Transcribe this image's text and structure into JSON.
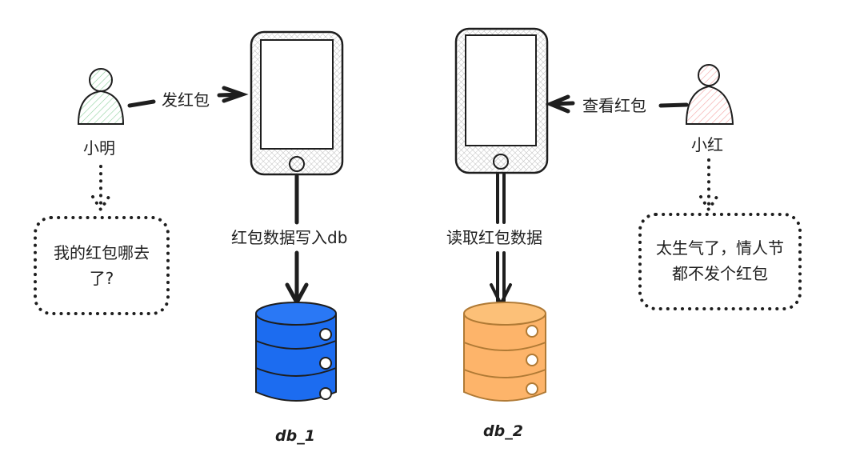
{
  "people": {
    "xiaoming": {
      "name": "小明",
      "color": "#2f9e44"
    },
    "xiaohong": {
      "name": "小红",
      "color": "#e03131"
    }
  },
  "actions": {
    "send": "发红包",
    "view": "查看红包",
    "write": "红包数据写入db",
    "read": "读取红包数据"
  },
  "bubbles": {
    "xiaoming": [
      "我的红包哪去",
      "了?"
    ],
    "xiaohong": [
      "太生气了，情人节",
      "都不发个红包"
    ]
  },
  "databases": {
    "db1": {
      "label": "db_1",
      "color": "#1c6cf0"
    },
    "db2": {
      "label": "db_2",
      "color": "#fdb46a"
    }
  }
}
